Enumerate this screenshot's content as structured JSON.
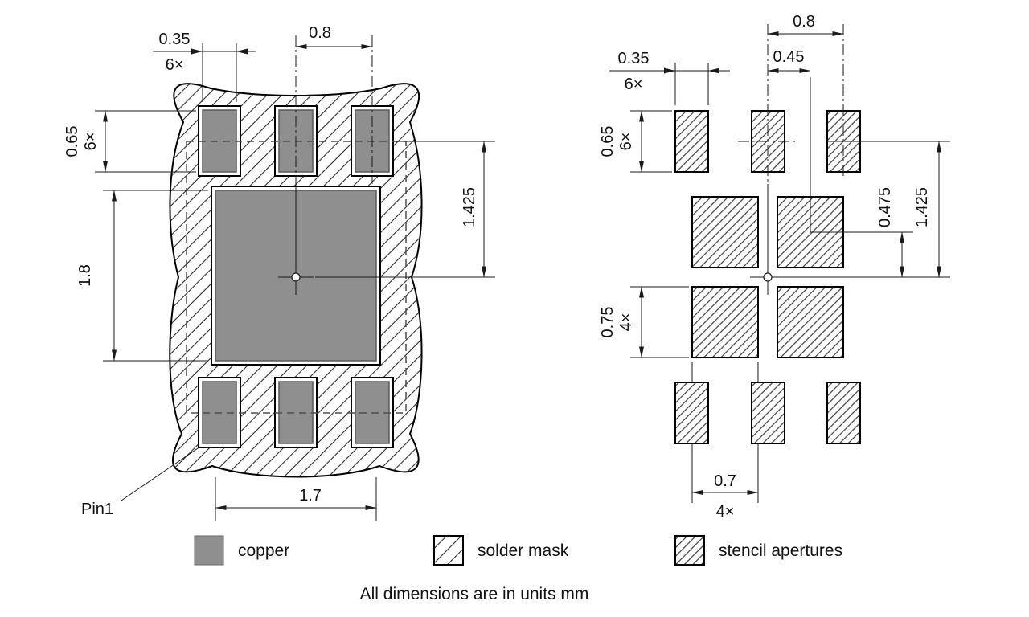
{
  "note": "All dimensions are in units mm",
  "colors": {
    "copper": "#8f8f8f"
  },
  "legend": {
    "copper": "copper",
    "solder_mask": "solder mask",
    "stencil": "stencil apertures"
  },
  "land": {
    "pin1": "Pin1",
    "pad_width": "0.35",
    "pad_width_qty": "6×",
    "pitch": "0.8",
    "pad_height": "0.65",
    "pad_height_qty": "6×",
    "thermal_height": "1.8",
    "row_offset": "1.425",
    "thermal_width": "1.7"
  },
  "stencil": {
    "pitch": "0.8",
    "aperture_width": "0.35",
    "aperture_width_qty": "6×",
    "center_offset": "0.45",
    "aperture_height": "0.65",
    "aperture_height_qty": "6×",
    "square_offset": "0.475",
    "row_offset": "1.425",
    "square_height": "0.75",
    "square_height_qty": "4×",
    "square_width": "0.7",
    "square_width_qty": "4×"
  }
}
